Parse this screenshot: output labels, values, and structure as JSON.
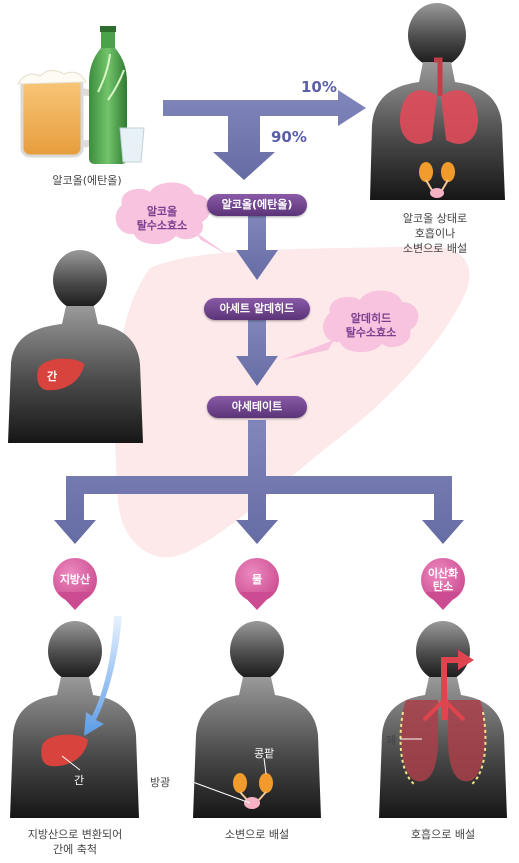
{
  "input": {
    "label": "알코올(에탄올)"
  },
  "percent_lung": "10%",
  "percent_liver": "90%",
  "excrete_note": {
    "line1": "알코올 상태로",
    "line2": "호흡이나",
    "line3": "소변으로 배설"
  },
  "steps": {
    "alcohol": "알코올(에탄올)",
    "aldehyde": "아세트 알데히드",
    "acetate": "아세테이트"
  },
  "enzymes": {
    "adh": {
      "line1": "알코올",
      "line2": "탈수소효소"
    },
    "aldh": {
      "line1": "알데히드",
      "line2": "탈수소효소"
    }
  },
  "liver_label": "간",
  "products": {
    "fat": {
      "label": "지방산",
      "caption_line1": "지방산으로 변환되어",
      "caption_line2": "간에 축척",
      "organ": "간"
    },
    "water": {
      "label": "물",
      "caption": "소변으로 배설",
      "organ_bladder": "방광",
      "organ_kidney": "콩팥"
    },
    "co2": {
      "line1": "이산화",
      "line2": "탄소",
      "caption": "호흡으로 배설",
      "organ": "폐"
    }
  },
  "colors": {
    "arrow": "#747ab0",
    "pill": "#6b3f8c",
    "drop": "#d9579b",
    "cloud": "#f7c3de",
    "liver_bg": "#fde8ea"
  }
}
